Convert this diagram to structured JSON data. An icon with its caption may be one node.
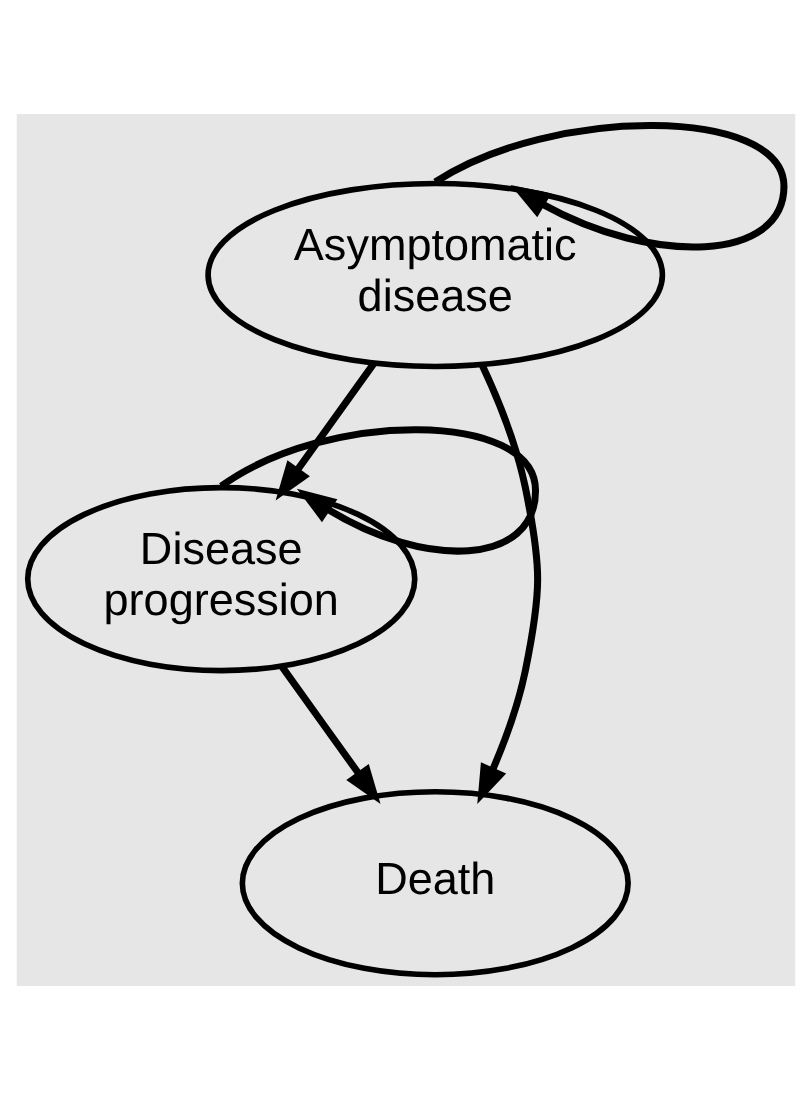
{
  "diagram": {
    "nodes": [
      {
        "text": [
          "Asymptomatic disease"
        ]
      },
      {
        "text": [
          "Disease progression"
        ]
      },
      {
        "text": [
          "Death"
        ]
      }
    ],
    "edges": [
      {
        "from": 0,
        "to": 0,
        "arrow": "to"
      },
      {
        "from": 0,
        "to": 1,
        "arrow": "to"
      },
      {
        "from": 1,
        "to": 1,
        "arrow": "to"
      },
      {
        "from": 1,
        "to": 2,
        "arrow": "to"
      },
      {
        "from": 0,
        "to": 2,
        "arrow": "to"
      }
    ]
  }
}
